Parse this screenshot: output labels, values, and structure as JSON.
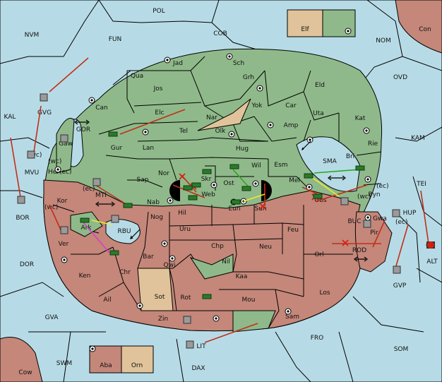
{
  "map": {
    "outer_regions": [
      "POL",
      "NVM",
      "FUN",
      "COB",
      "NOM",
      "Con",
      "OVD",
      "KAL",
      "KAM",
      "BOR",
      "TEI",
      "ALT",
      "DOR",
      "HUP",
      "GVA",
      "FRO",
      "SOM",
      "SWM",
      "DAX",
      "Cow",
      "LIT",
      "GVP"
    ],
    "green_regions": [
      "Jad",
      "Sch",
      "Qua",
      "Jos",
      "Grh",
      "Eld",
      "Can",
      "Yok",
      "Car",
      "Elc",
      "Nar",
      "Uta",
      "Kat",
      "Tel",
      "Olk",
      "Amp",
      "Rie",
      "Gur",
      "Lan",
      "Hug",
      "Bri",
      "Gaw",
      "Esm",
      "Her",
      "Wil",
      "Nor",
      "Skr",
      "Sap",
      "Ost",
      "Byn",
      "Web",
      "Mel",
      "Nab",
      "Nil",
      "Ark"
    ],
    "red_regions": [
      "Kor",
      "Eun",
      "Sun",
      "Obs",
      "Hil",
      "Nog",
      "Uru",
      "Feu",
      "Ver",
      "Chp",
      "Neu",
      "Orl",
      "Bar",
      "Qwi",
      "Ken",
      "Chr",
      "Kaa",
      "Rot",
      "Los",
      "Ail",
      "Mou",
      "Sam",
      "Zin",
      "Pir",
      "Gwa",
      "Aba"
    ],
    "tan_regions": [
      "Elf",
      "Sot",
      "Orn",
      "Nar"
    ],
    "sea_labels": [
      "GVG",
      "GOR",
      "MVU",
      "MTI",
      "RBU",
      "SMA",
      "BUC",
      "ROD"
    ],
    "coast_marks": [
      "(wc)",
      "(ec)",
      "(ec)",
      "(wc)",
      "(wc)",
      "(ec)",
      "(wc)",
      "(ec)"
    ],
    "colors": {
      "sea": "#b7dbe6",
      "green": "#8fb98a",
      "red": "#c4877a",
      "tan": "#e0c39a",
      "arrow_red": "#c0301a",
      "arrow_green": "#2aa81a",
      "arrow_yellow": "#f0ea28",
      "arrow_magenta": "#d040c0"
    },
    "icons": [
      "army-icon",
      "fleet-icon",
      "supply-center-icon",
      "dislodged-icon",
      "convoy-arrow-icon",
      "hold-cross-icon"
    ]
  }
}
